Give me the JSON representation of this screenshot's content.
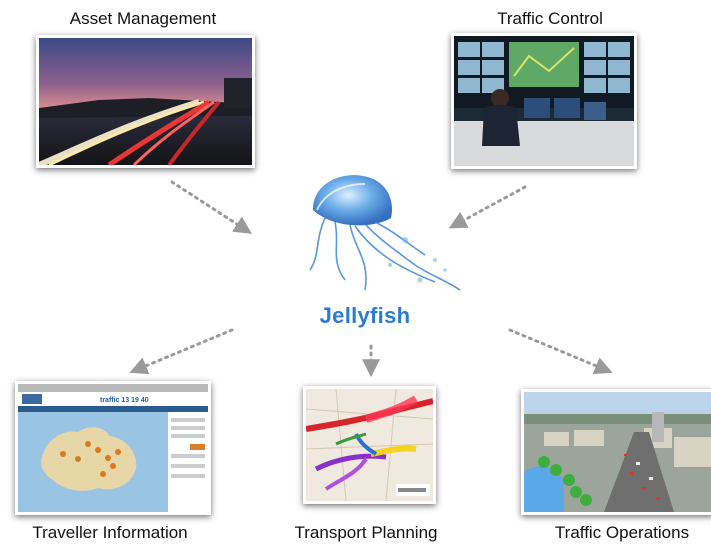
{
  "center": {
    "name": "Jellyfish",
    "color": "#2a7bd6"
  },
  "nodes": {
    "asset_management": {
      "label": "Asset Management"
    },
    "traffic_control": {
      "label": "Traffic Control"
    },
    "traveller_information": {
      "label": "Traveller Information",
      "site_logo": "traffic 13 19 40"
    },
    "transport_planning": {
      "label": "Transport Planning"
    },
    "traffic_operations": {
      "label": "Traffic Operations"
    }
  },
  "colors": {
    "arrow": "#9a9a9a"
  }
}
